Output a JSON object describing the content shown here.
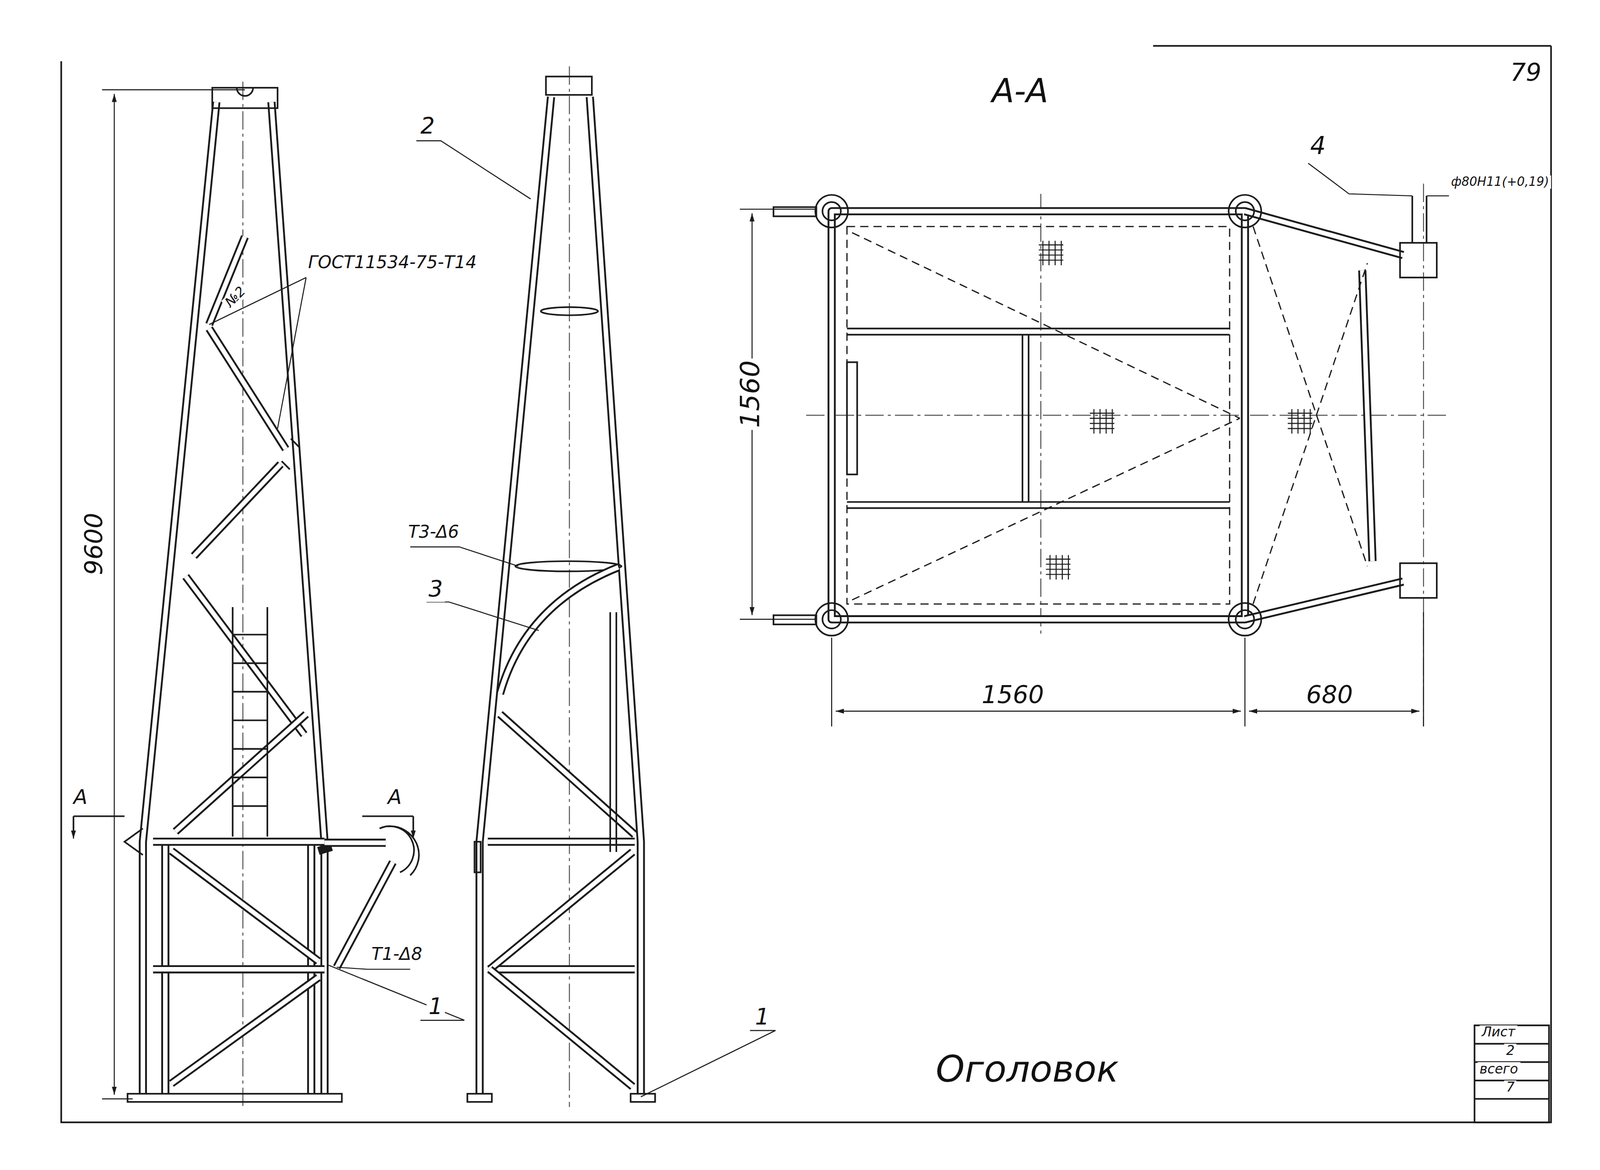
{
  "diagram": {
    "title": "Оголовок",
    "labels": [
      "79",
      "2",
      "ГОСТ11534-75-Т14",
      "№2",
      "Т3-Δ6",
      "3",
      "9600",
      "А",
      "А",
      "Т1-Δ8",
      "1",
      "1",
      "А-А",
      "4",
      "ф80Н11(+0,19)",
      "1560",
      "1560",
      "680",
      "Лист",
      "2",
      "всего",
      "7"
    ]
  }
}
